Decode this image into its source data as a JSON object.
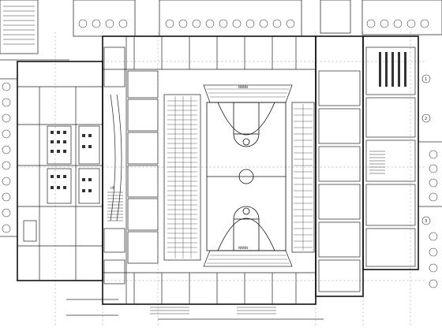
{
  "drawing": {
    "court_text_top": "NNNN",
    "court_text_bottom": "NNNN",
    "stair_text": "UP",
    "right_grid_labels": [
      "1",
      "2",
      "3"
    ]
  }
}
